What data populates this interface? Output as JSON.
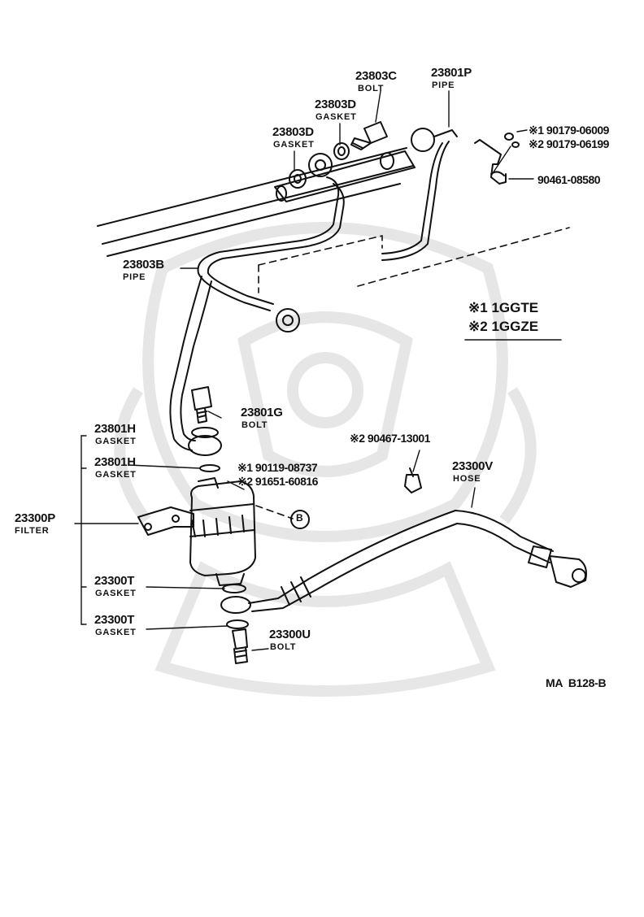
{
  "parts": {
    "p23803C": {
      "number": "23803C",
      "name": "BOLT"
    },
    "p23801P": {
      "number": "23801P",
      "name": "PIPE"
    },
    "p23803D_a": {
      "number": "23803D",
      "name": "GASKET"
    },
    "p23803D_b": {
      "number": "23803D",
      "name": "GASKET"
    },
    "p23803B": {
      "number": "23803B",
      "name": "PIPE"
    },
    "p23801G": {
      "number": "23801G",
      "name": "BOLT"
    },
    "p23801H_a": {
      "number": "23801H",
      "name": "GASKET"
    },
    "p23801H_b": {
      "number": "23801H",
      "name": "GASKET"
    },
    "p23300P": {
      "number": "23300P",
      "name": "FILTER"
    },
    "p23300T_a": {
      "number": "23300T",
      "name": "GASKET"
    },
    "p23300T_b": {
      "number": "23300T",
      "name": "GASKET"
    },
    "p23300U": {
      "number": "23300U",
      "name": "BOLT"
    },
    "p23300V": {
      "number": "23300V",
      "name": "HOSE"
    },
    "p90461": {
      "number": "90461-08580"
    },
    "p90179_1": {
      "mark": "※1",
      "number": "90179-06009"
    },
    "p90179_2": {
      "mark": "※2",
      "number": "90179-06199"
    },
    "p90467": {
      "mark": "※2",
      "number": "90467-13001"
    },
    "p90119": {
      "mark": "※1",
      "number": "90119-08737"
    },
    "p91651": {
      "mark": "※2",
      "number": "91651-60816"
    }
  },
  "legend": {
    "note1": {
      "mark": "※1",
      "text": "1GGTE"
    },
    "note2": {
      "mark": "※2",
      "text": "1GGZE"
    }
  },
  "ref_mark": "B",
  "figure_code": "MA  B128-B",
  "colors": {
    "ink": "#111111",
    "watermark": "#e4e4e4",
    "paper": "#ffffff"
  }
}
